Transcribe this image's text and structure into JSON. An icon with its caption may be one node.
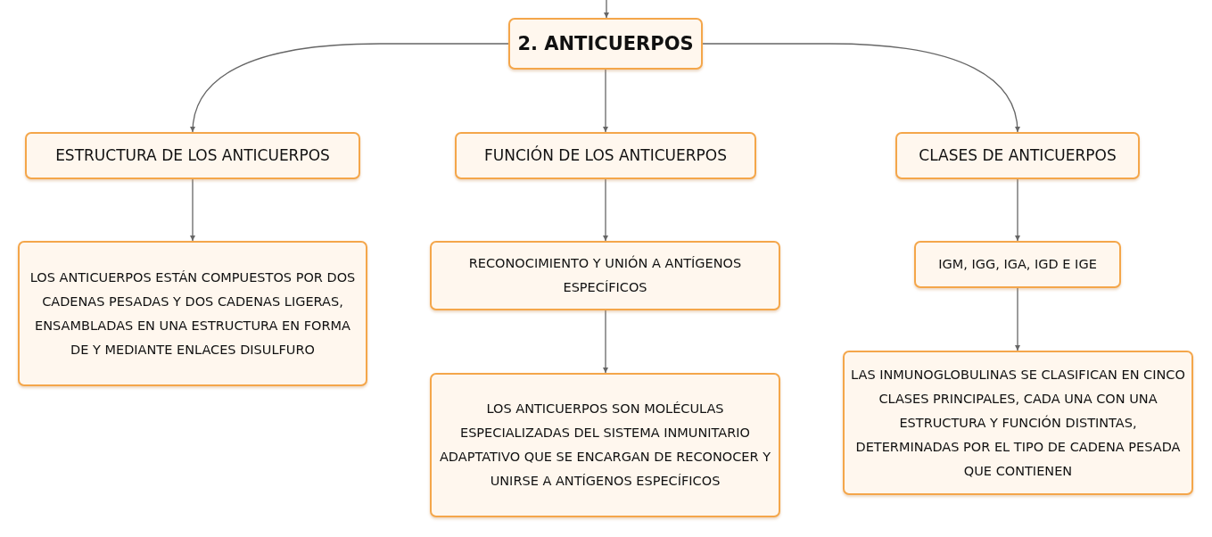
{
  "diagram": {
    "nodes": [
      {
        "text": [
          "2. ANTICUERPOS"
        ]
      },
      {
        "text": [
          "ESTRUCTURA DE LOS ANTICUERPOS"
        ]
      },
      {
        "text": [
          "FUNCIÓN DE LOS ANTICUERPOS"
        ]
      },
      {
        "text": [
          "CLASES DE ANTICUERPOS"
        ]
      },
      {
        "text": [
          "LOS ANTICUERPOS ESTÁN COMPUESTOS POR DOS CADENAS PESADAS Y DOS CADENAS LIGERAS, ENSAMBLADAS EN UNA ESTRUCTURA EN FORMA DE Y MEDIANTE ENLACES DISULFURO"
        ]
      },
      {
        "text": [
          "RECONOCIMIENTO Y UNIÓN A ANTÍGENOS ESPECÍFICOS"
        ]
      },
      {
        "text": [
          "LOS ANTICUERPOS SON MOLÉCULAS ESPECIALIZADAS DEL SISTEMA INMUNITARIO ADAPTATIVO QUE SE ENCARGAN DE RECONOCER Y UNIRSE A ANTÍGENOS ESPECÍFICOS"
        ]
      },
      {
        "text": [
          "IGM, IGG, IGA, IGD E IGE"
        ]
      },
      {
        "text": [
          "LAS INMUNOGLOBULINAS SE CLASIFICAN EN CINCO CLASES PRINCIPALES, CADA UNA CON UNA ESTRUCTURA Y FUNCIÓN DISTINTAS, DETERMINADAS POR EL TIPO DE CADENA PESADA QUE CONTIENEN"
        ]
      }
    ],
    "edges": [
      {
        "from": null,
        "to": 0,
        "arrow": "to"
      },
      {
        "from": 0,
        "to": 1,
        "arrow": "to"
      },
      {
        "from": 0,
        "to": 2,
        "arrow": "to"
      },
      {
        "from": 0,
        "to": 3,
        "arrow": "to"
      },
      {
        "from": 1,
        "to": 4,
        "arrow": "to"
      },
      {
        "from": 2,
        "to": 5,
        "arrow": "to"
      },
      {
        "from": 5,
        "to": 6,
        "arrow": "to"
      },
      {
        "from": 3,
        "to": 7,
        "arrow": "to"
      },
      {
        "from": 7,
        "to": 8,
        "arrow": "to"
      }
    ]
  }
}
